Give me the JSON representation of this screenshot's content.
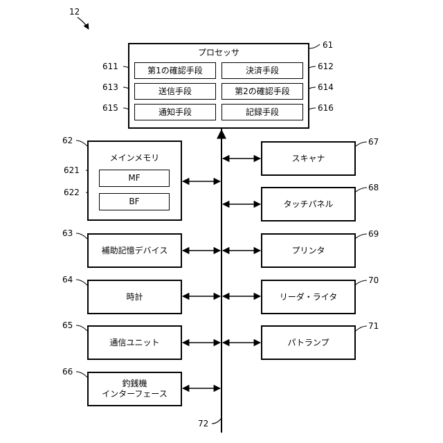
{
  "figure_ref": "12",
  "bus_ref": "72",
  "processor": {
    "title": "プロセッサ",
    "ref": "61",
    "units": [
      {
        "label": "第1の確認手段",
        "ref": "611"
      },
      {
        "label": "決済手段",
        "ref": "612"
      },
      {
        "label": "送信手段",
        "ref": "613"
      },
      {
        "label": "第2の確認手段",
        "ref": "614"
      },
      {
        "label": "通知手段",
        "ref": "615"
      },
      {
        "label": "記録手段",
        "ref": "616"
      }
    ]
  },
  "main_memory": {
    "title": "メインメモリ",
    "ref": "62",
    "areas": [
      {
        "label": "MF",
        "ref": "621"
      },
      {
        "label": "BF",
        "ref": "622"
      }
    ]
  },
  "left_blocks": [
    {
      "label": "補助記憶デバイス",
      "ref": "63"
    },
    {
      "label": "時計",
      "ref": "64"
    },
    {
      "label": "通信ユニット",
      "ref": "65"
    },
    {
      "label_line1": "釣銭機",
      "label_line2": "インターフェース",
      "ref": "66"
    }
  ],
  "right_blocks": [
    {
      "label": "スキャナ",
      "ref": "67"
    },
    {
      "label": "タッチパネル",
      "ref": "68"
    },
    {
      "label": "プリンタ",
      "ref": "69"
    },
    {
      "label": "リーダ・ライタ",
      "ref": "70"
    },
    {
      "label": "パトランプ",
      "ref": "71"
    }
  ]
}
